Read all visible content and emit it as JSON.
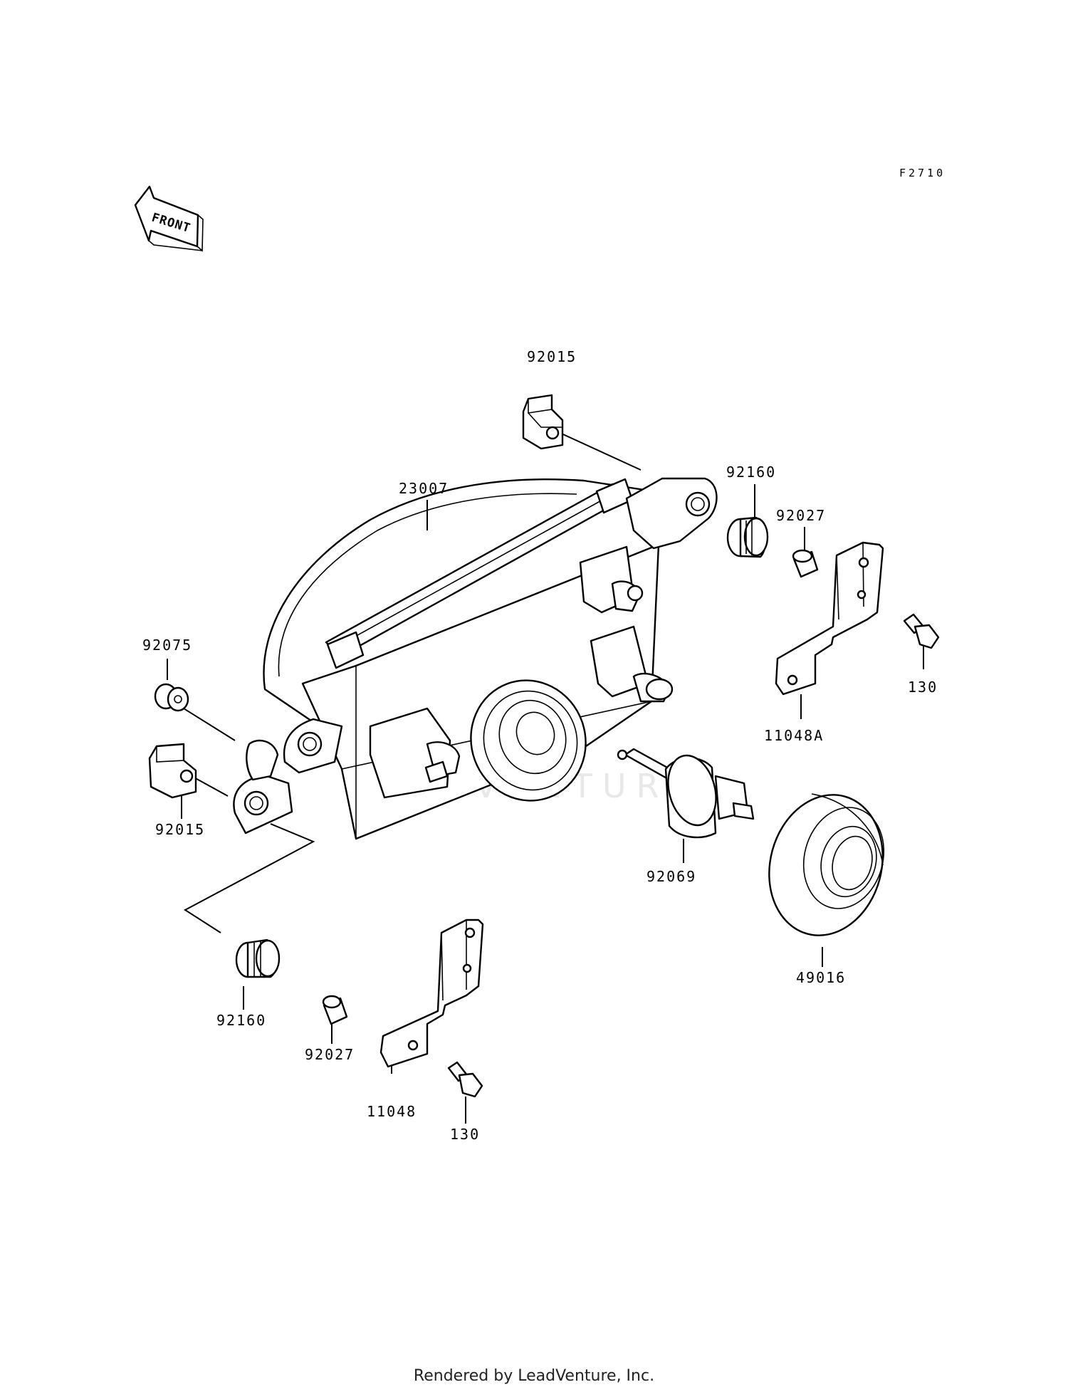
{
  "diagram_code": "F2710",
  "front_arrow_label": "FRONT",
  "watermark": "LEADVENTURE",
  "footer": "Rendered by LeadVenture, Inc.",
  "parts": {
    "p92015_top": "92015",
    "p23007": "23007",
    "p92160_right": "92160",
    "p92027_right": "92027",
    "p130_right": "130",
    "p11048A": "11048A",
    "p92075": "92075",
    "p92015_left": "92015",
    "p92069": "92069",
    "p49016": "49016",
    "p92160_left": "92160",
    "p92027_left": "92027",
    "p11048": "11048",
    "p130_left": "130"
  }
}
